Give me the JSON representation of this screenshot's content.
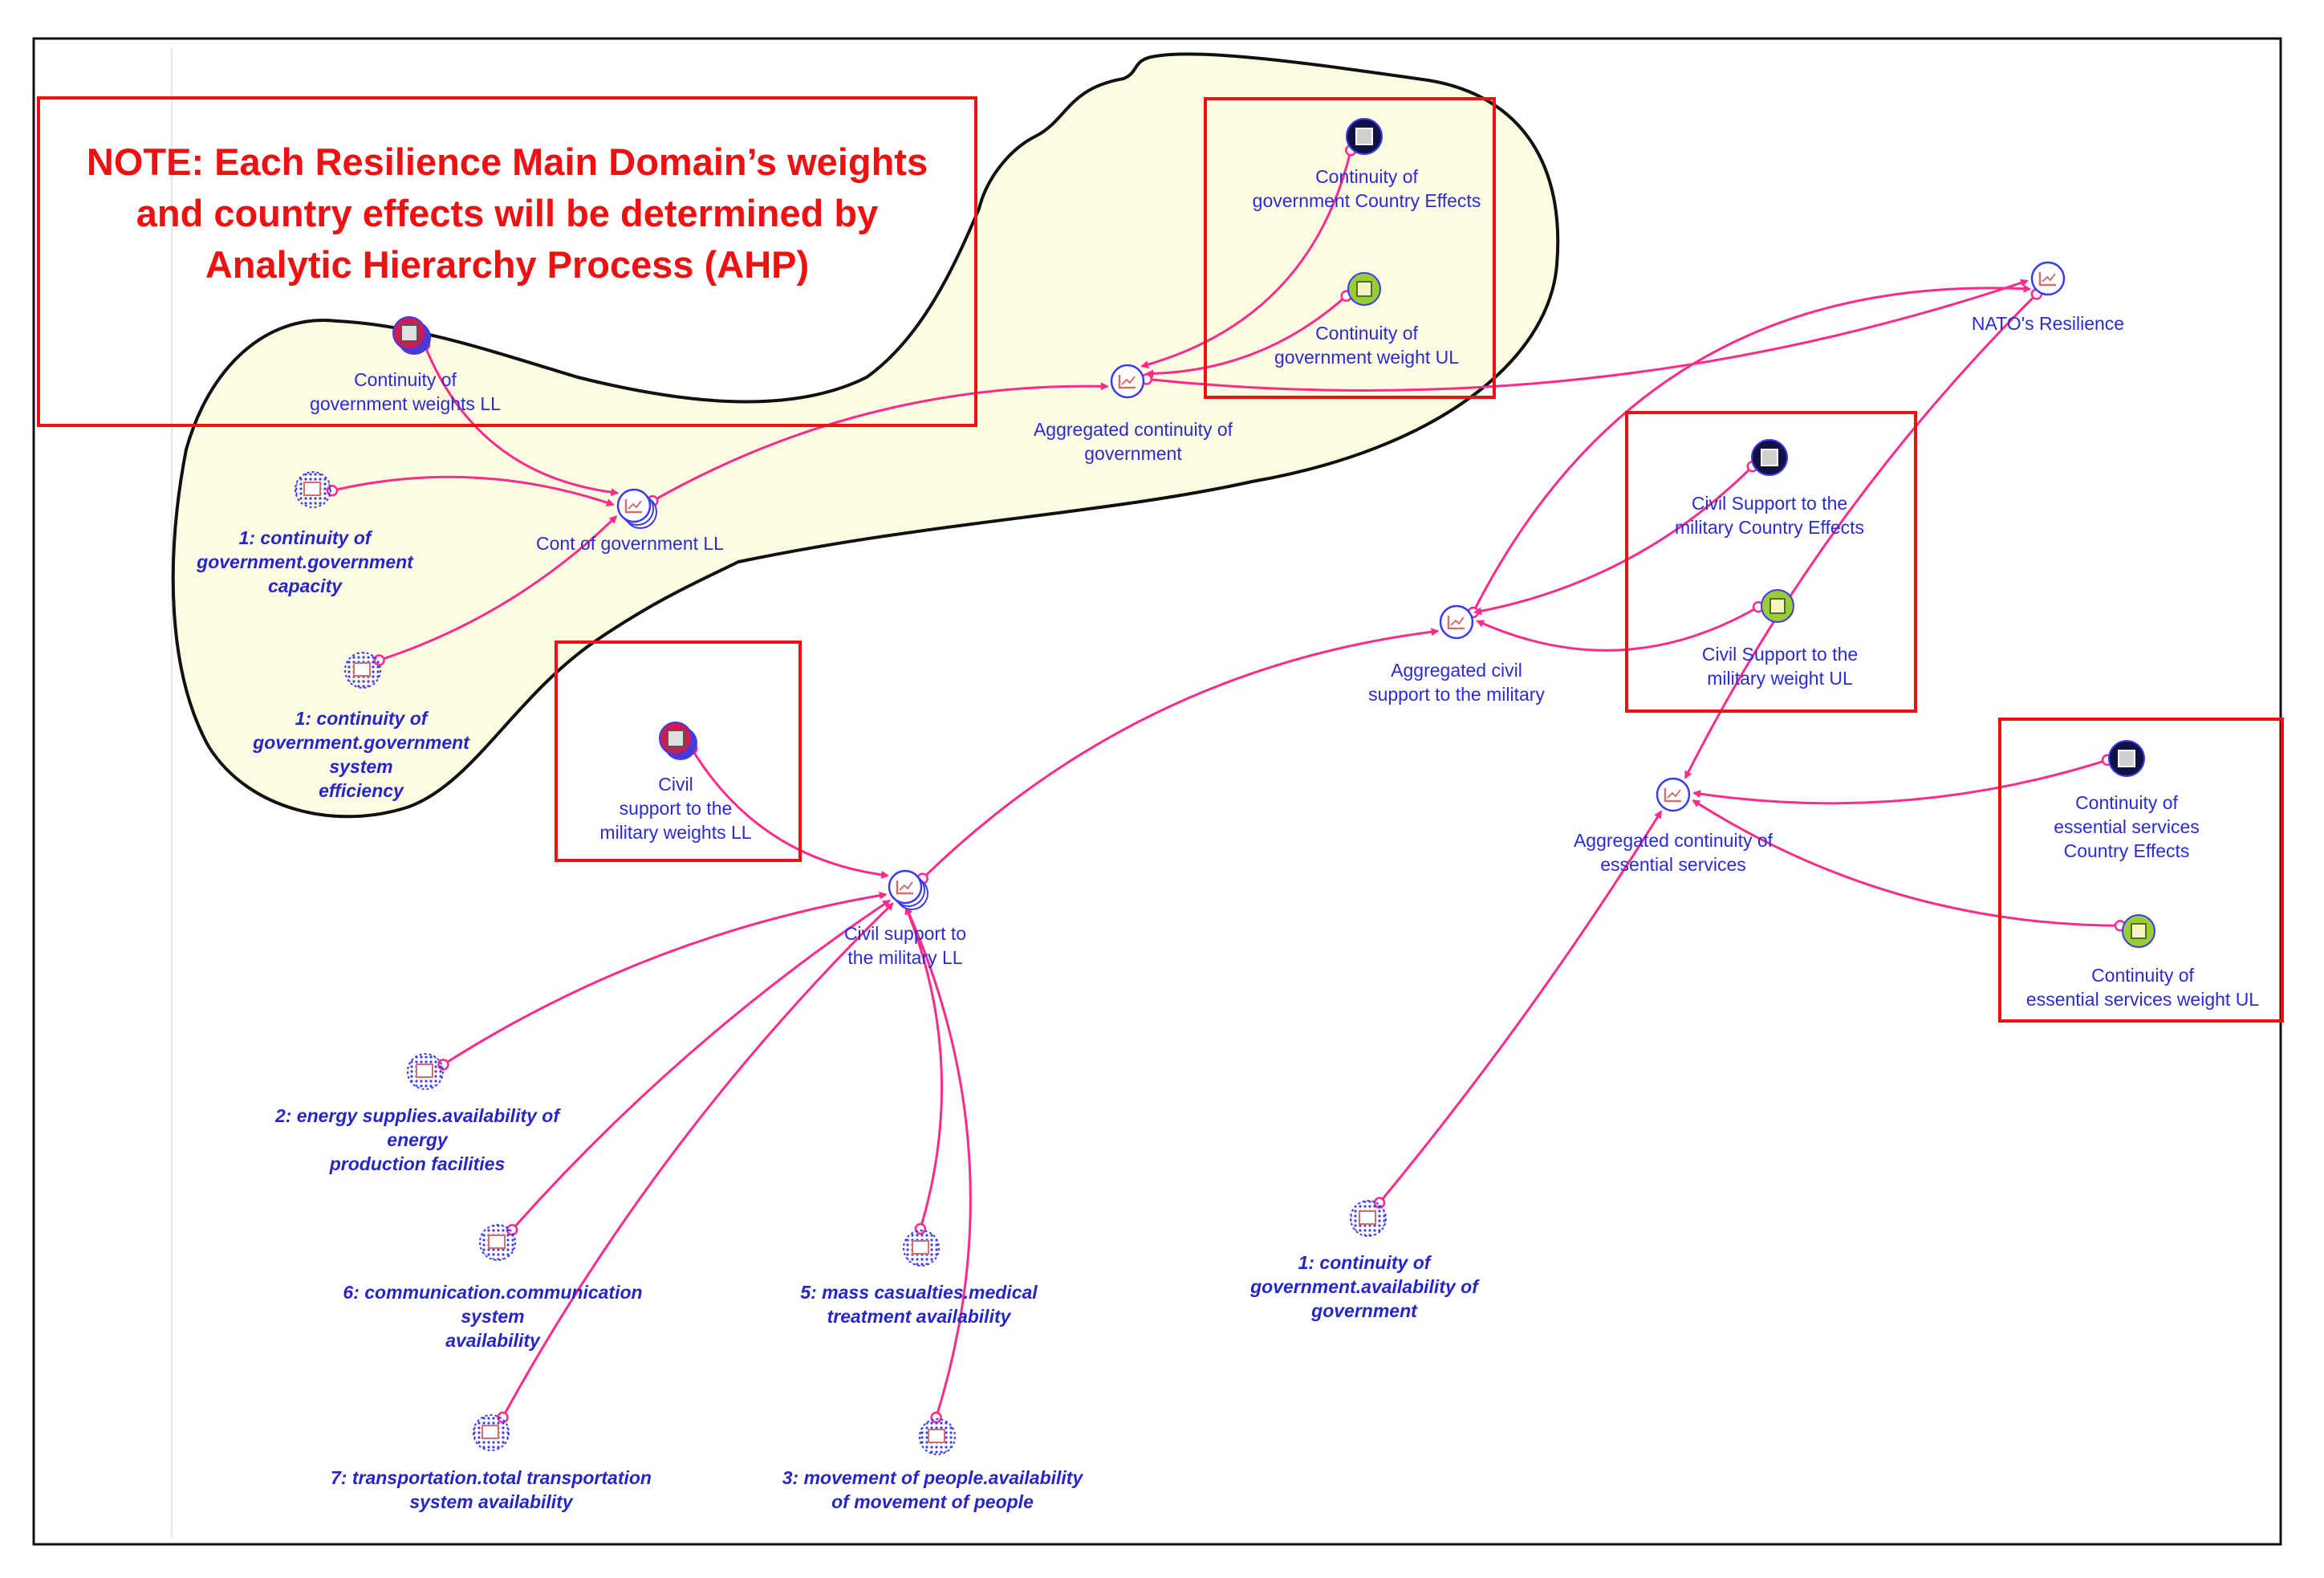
{
  "note": {
    "text": "NOTE: Each Resilience Main Domain’s weights\nand country effects will be determined by\nAnalytic Hierarchy Process (AHP)"
  },
  "colors": {
    "link": "#ff2a8a",
    "box": "#ee1111",
    "label": "#2b2bd6",
    "blob_fill": "#fdfbe2",
    "node_ring": "#3b3bf0"
  },
  "nodes": {
    "cont_gov_weights_ll": {
      "label": "Continuity of\ngovernment weights LL",
      "type": "weight-ll"
    },
    "cont_gov_ll": {
      "label": "Cont of government LL",
      "type": "aggregate-ll"
    },
    "cont_gov_capacity": {
      "label": "1: continuity of\ngovernment.government\ncapacity",
      "type": "indicator"
    },
    "cont_gov_system_eff": {
      "label": "1: continuity of\ngovernment.government\nsystem\nefficiency",
      "type": "indicator"
    },
    "agg_cont_gov": {
      "label": "Aggregated continuity of\ngovernment",
      "type": "aggregate"
    },
    "cont_gov_country_effects": {
      "label": "Continuity of\ngovernment Country Effects",
      "type": "country-effects"
    },
    "cont_gov_weight_ul": {
      "label": "Continuity of\ngovernment weight UL",
      "type": "weight-ul"
    },
    "natos_resilience": {
      "label": "NATO's Resilience",
      "type": "aggregate"
    },
    "civil_support_country_effects": {
      "label": "Civil Support to the\nmilitary Country Effects",
      "type": "country-effects"
    },
    "civil_support_weight_ul": {
      "label": "Civil Support to the\nmilitary weight UL",
      "type": "weight-ul"
    },
    "agg_civil_support": {
      "label": "Aggregated civil\nsupport to the military",
      "type": "aggregate"
    },
    "civil_support_weights_ll": {
      "label": "Civil\nsupport to the\nmilitary weights LL",
      "type": "weight-ll"
    },
    "civil_support_ll": {
      "label": "Civil support to\nthe military LL",
      "type": "aggregate-ll"
    },
    "agg_cont_essential": {
      "label": "Aggregated continuity of\nessential services",
      "type": "aggregate"
    },
    "cont_essential_country_effects": {
      "label": "Continuity of\nessential services\nCountry Effects",
      "type": "country-effects"
    },
    "cont_essential_weight_ul": {
      "label": "Continuity of\nessential services weight UL",
      "type": "weight-ul"
    },
    "energy_supplies": {
      "label": "2: energy supplies.availability of\nenergy\nproduction facilities",
      "type": "indicator"
    },
    "communication": {
      "label": "6: communication.communication\nsystem\navailability",
      "type": "indicator"
    },
    "transportation": {
      "label": "7: transportation.total transportation\nsystem availability",
      "type": "indicator"
    },
    "mass_casualties": {
      "label": "5: mass casualties.medical\ntreatment availability",
      "type": "indicator"
    },
    "movement_people": {
      "label": "3: movement of people.availability\nof movement of people",
      "type": "indicator"
    },
    "cont_gov_availability": {
      "label": "1: continuity of\ngovernment.availability of\ngovernment",
      "type": "indicator"
    }
  },
  "links": [
    {
      "from": "cont_gov_weights_ll",
      "to": "cont_gov_ll"
    },
    {
      "from": "cont_gov_capacity",
      "to": "cont_gov_ll"
    },
    {
      "from": "cont_gov_system_eff",
      "to": "cont_gov_ll"
    },
    {
      "from": "cont_gov_ll",
      "to": "agg_cont_gov"
    },
    {
      "from": "cont_gov_country_effects",
      "to": "agg_cont_gov"
    },
    {
      "from": "cont_gov_weight_ul",
      "to": "agg_cont_gov"
    },
    {
      "from": "agg_cont_gov",
      "to": "natos_resilience"
    },
    {
      "from": "agg_civil_support",
      "to": "natos_resilience"
    },
    {
      "from": "natos_resilience",
      "to": "agg_cont_essential"
    },
    {
      "from": "civil_support_country_effects",
      "to": "agg_civil_support"
    },
    {
      "from": "civil_support_weight_ul",
      "to": "agg_civil_support"
    },
    {
      "from": "civil_support_ll",
      "to": "agg_civil_support"
    },
    {
      "from": "civil_support_weights_ll",
      "to": "civil_support_ll"
    },
    {
      "from": "energy_supplies",
      "to": "civil_support_ll"
    },
    {
      "from": "communication",
      "to": "civil_support_ll"
    },
    {
      "from": "transportation",
      "to": "civil_support_ll"
    },
    {
      "from": "mass_casualties",
      "to": "civil_support_ll"
    },
    {
      "from": "movement_people",
      "to": "civil_support_ll"
    },
    {
      "from": "cont_essential_country_effects",
      "to": "agg_cont_essential"
    },
    {
      "from": "cont_essential_weight_ul",
      "to": "agg_cont_essential"
    },
    {
      "from": "cont_gov_availability",
      "to": "agg_cont_essential"
    }
  ]
}
